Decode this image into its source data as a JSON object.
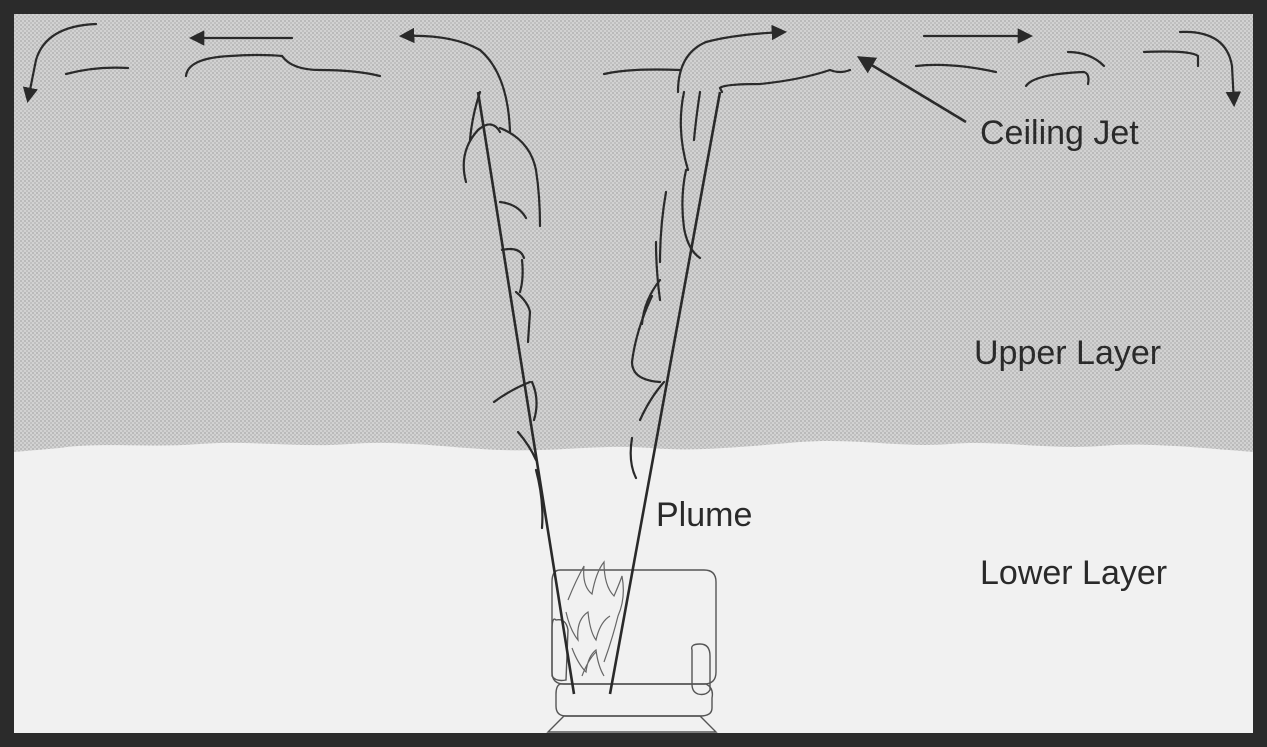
{
  "labels": {
    "ceiling_jet": "Ceiling Jet",
    "upper_layer": "Upper Layer",
    "plume": "Plume",
    "lower_layer": "Lower Layer"
  },
  "colors": {
    "frame": "#2b2b2b",
    "upper_layer_fill": "#c8c8c8",
    "lower_layer_fill": "#f0f0f0",
    "line": "#2a2a2a",
    "text": "#2a2a2a"
  }
}
